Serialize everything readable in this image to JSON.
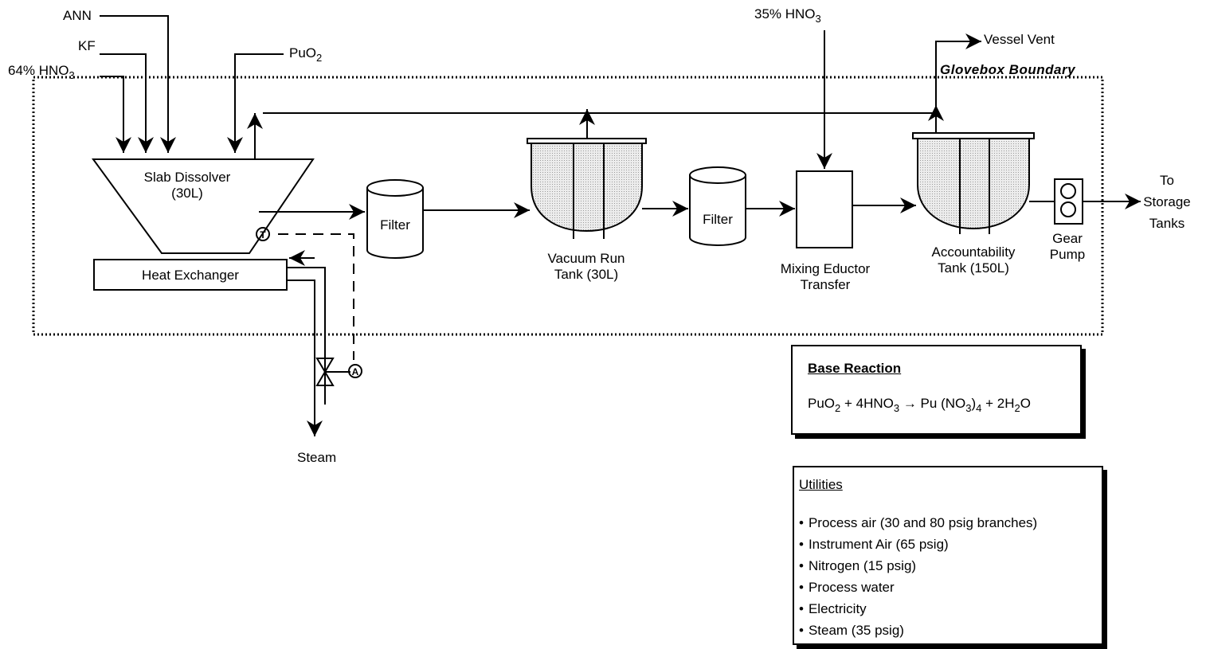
{
  "inputs": {
    "ann": "ANN",
    "kf": "KF",
    "hno3_64": "64% HNO",
    "hno3_64_sub": "3",
    "puo2": "PuO",
    "puo2_sub": "2",
    "hno3_35": "35% HNO",
    "hno3_35_sub": "3"
  },
  "vessel_vent": "Vessel Vent",
  "glovebox_boundary": "Glovebox  Boundary",
  "equipment": {
    "slab_dissolver_l1": "Slab Dissolver",
    "slab_dissolver_l2": "(30L)",
    "heat_exchanger": "Heat Exchanger",
    "filter_1": "Filter",
    "vacuum_run_tank_l1": "Vacuum Run",
    "vacuum_run_tank_l2": "Tank (30L)",
    "filter_2": "Filter",
    "mixing_eductor_l1": "Mixing Eductor",
    "mixing_eductor_l2": "Transfer",
    "accountability_tank_l1": "Accountability",
    "accountability_tank_l2": "Tank (150L)",
    "gear_pump_l1": "Gear",
    "gear_pump_l2": "Pump",
    "temperature_symbol": "T",
    "actuator_symbol": "A"
  },
  "storage_tanks": [
    "To",
    "Storage",
    "Tanks"
  ],
  "steam": "Steam",
  "base_reaction": {
    "title": "Base Reaction",
    "equation": {
      "p1": "PuO",
      "s1": "2",
      "p2": " + 4HNO",
      "s2": "3",
      "p3": " → Pu (NO",
      "s3": "3",
      "p4": ")",
      "s4": "4",
      "p5": " + 2H",
      "s5": "2",
      "p6": "O"
    }
  },
  "utilities": {
    "title": "Utilities",
    "items": [
      "Process air (30 and 80 psig branches)",
      "Instrument Air (65 psig)",
      "Nitrogen (15 psig)",
      "Process water",
      "Electricity",
      "Steam (35 psig)"
    ]
  },
  "colors": {
    "line": "#000000",
    "tank_fill": "#d9d9d9",
    "background": "#ffffff"
  }
}
